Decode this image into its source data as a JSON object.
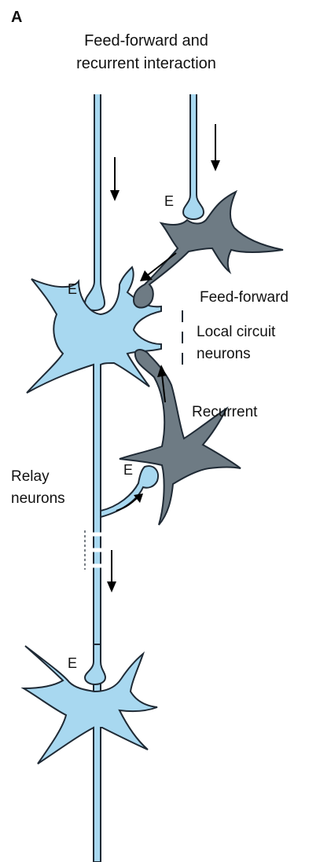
{
  "figure": {
    "panel_label": "A",
    "title_line1": "Feed-forward and",
    "title_line2": "recurrent interaction"
  },
  "labels": {
    "feed_forward": "Feed-forward",
    "local_circuit_line1": "Local circuit",
    "local_circuit_line2": "neurons",
    "recurrent": "Recurrent",
    "relay_line1": "Relay",
    "relay_line2": "neurons"
  },
  "synapses": {
    "relay_top": "E",
    "interneuron_top": "E",
    "interneuron_side": "E",
    "relay_bottom": "E"
  },
  "colors": {
    "relay_neuron_fill": "#a8d8f0",
    "local_neuron_fill": "#6e7b84",
    "outline": "#1f2a35",
    "text": "#111111"
  }
}
